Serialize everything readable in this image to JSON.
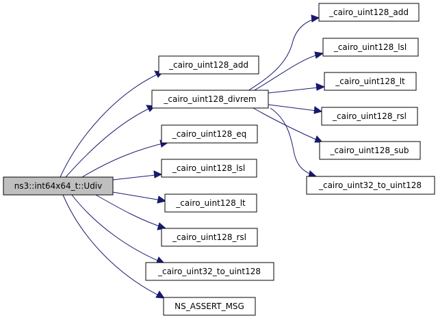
{
  "colors": {
    "edge": "#191970",
    "root_fill": "#bfbfbf",
    "node_fill": "#ffffff",
    "border": "#000000"
  },
  "nodes": {
    "root": "ns3::int64x64_t::Udiv",
    "add_l1": "_cairo_uint128_add",
    "divrem": "_cairo_uint128_divrem",
    "eq": "_cairo_uint128_eq",
    "lsl_l1": "_cairo_uint128_lsl",
    "lt_l1": "_cairo_uint128_lt",
    "rsl_l1": "_cairo_uint128_rsl",
    "u32_l1": "_cairo_uint32_to_uint128",
    "assert": "NS_ASSERT_MSG",
    "add_l2": "_cairo_uint128_add",
    "lsl_l2": "_cairo_uint128_lsl",
    "lt_l2": "_cairo_uint128_lt",
    "rsl_l2": "_cairo_uint128_rsl",
    "sub_l2": "_cairo_uint128_sub",
    "u32_l2": "_cairo_uint32_to_uint128"
  }
}
